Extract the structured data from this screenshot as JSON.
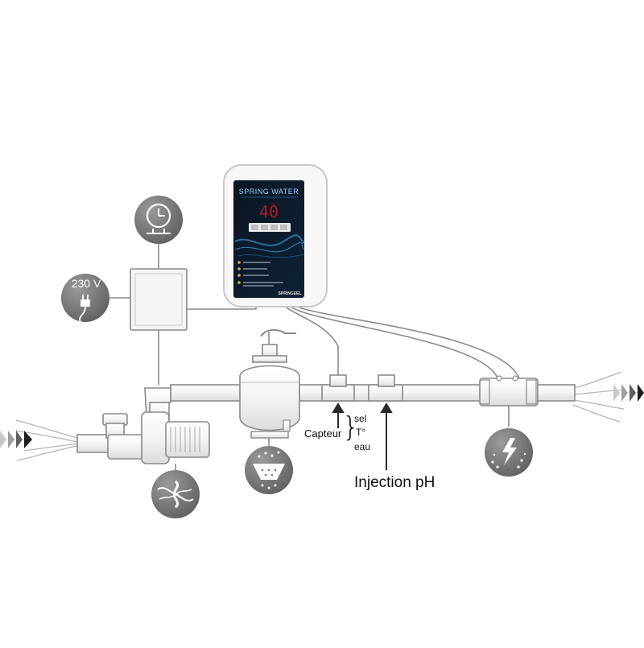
{
  "controller": {
    "brand": "SPRING WATER",
    "display_value": "40",
    "maker": "SPRINGEEL"
  },
  "labels": {
    "voltage": "230 V",
    "capteur": "Capteur",
    "sel": "sel",
    "temperature": "T°",
    "eau": "eau",
    "injection": "Injection pH"
  },
  "colors": {
    "pipe_stroke": "#8a8a8a",
    "icon_circle": "#7b7b7b",
    "controller_panel": "#0d1a2a",
    "display_red": "#d21c1c",
    "arrow": "#2a2a2a"
  },
  "icons": [
    "clock-icon",
    "power-plug-icon",
    "pump-impeller-icon",
    "filter-shower-icon",
    "electrolysis-cell-icon"
  ]
}
